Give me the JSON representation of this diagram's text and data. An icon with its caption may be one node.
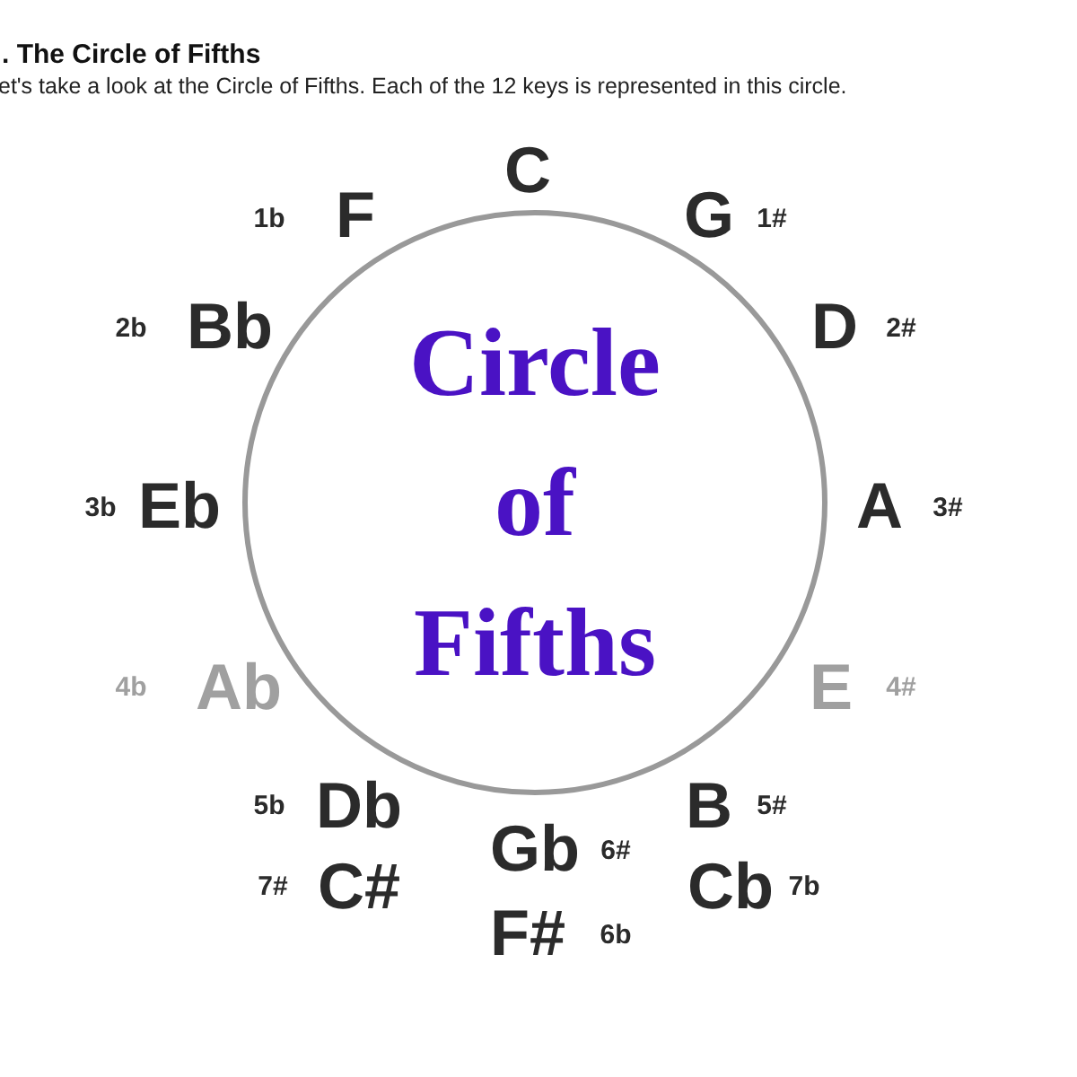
{
  "diagram": {
    "title": ". The Circle of Fifths",
    "caption": "et's take a look at the Circle of Fifths. Each of the 12 keys is represented in this circle.",
    "nodes": [
      {
        "text": [
          "Circle of Fifths"
        ]
      }
    ],
    "labels": [
      "C",
      "1b",
      "F",
      "G",
      "1#",
      "2b",
      "Bb",
      "D",
      "2#",
      "3b",
      "Eb",
      "A",
      "3#",
      "4b",
      "Ab",
      "E",
      "4#",
      "5b",
      "Db",
      "B",
      "5#",
      "Gb",
      "6#",
      "7#",
      "C#",
      "Cb",
      "7b",
      "F#",
      "6b"
    ]
  }
}
